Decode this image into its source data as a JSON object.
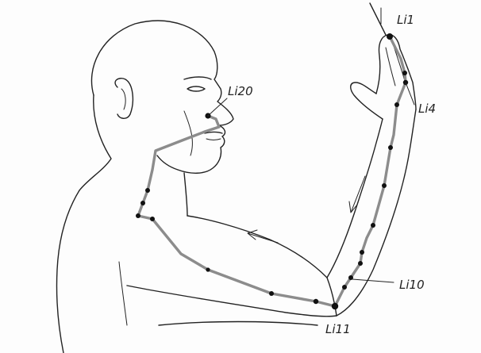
{
  "figure": {
    "meridian_color": "#8c8c8c",
    "point_color": "#111111",
    "line_color": "#222222"
  },
  "labels": {
    "li1": "Li1",
    "li4": "Li4",
    "li10": "Li10",
    "li11": "Li11",
    "li20": "Li20"
  }
}
